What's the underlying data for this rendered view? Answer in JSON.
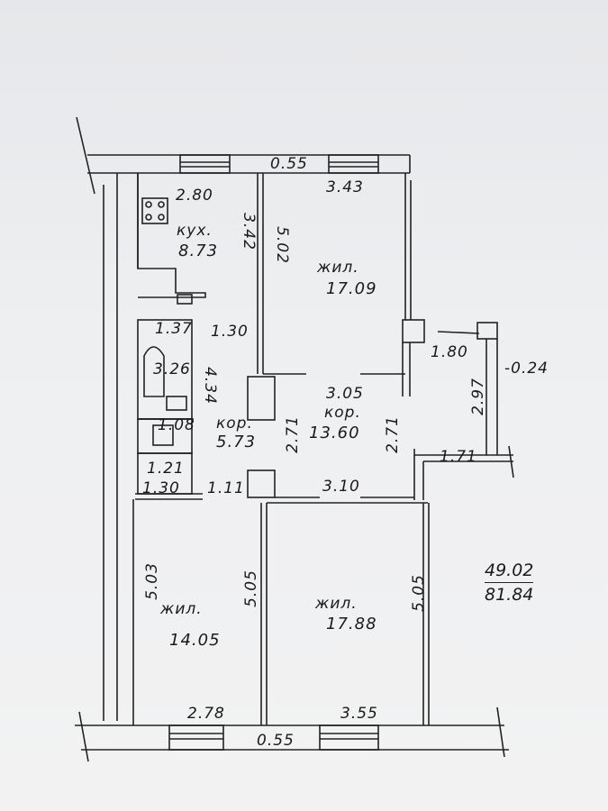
{
  "plan": {
    "window_width_top": "0.55",
    "window_width_bottom": "0.55",
    "rooms": [
      {
        "id": "kitchen",
        "name": "кух.",
        "area": "8.73"
      },
      {
        "id": "living1",
        "name": "жил.",
        "area": "17.09"
      },
      {
        "id": "corridor_small",
        "name": "кор.",
        "area": "5.73"
      },
      {
        "id": "corridor",
        "name": "кор.",
        "area": "13.60"
      },
      {
        "id": "living2",
        "name": "жил.",
        "area": "14.05"
      },
      {
        "id": "living3",
        "name": "жил.",
        "area": "17.88"
      },
      {
        "id": "bath",
        "name": "",
        "area": "3.26"
      },
      {
        "id": "wc",
        "name": "",
        "area": "1.08"
      }
    ],
    "dimensions": {
      "kitchen_width": "2.80",
      "kitchen_length": "3.42",
      "living1_width": "3.43",
      "living1_length": "5.02",
      "bath_width": "1.37",
      "passage": "1.30",
      "corr_small_len": "4.34",
      "corridor_width": "3.05",
      "corr_h1": "2.71",
      "corr_h2": "2.71",
      "niche_w": "1.80",
      "niche_l": "2.97",
      "niche_offset": "-0.24",
      "niche_bottom": "1.71",
      "wc_w": "1.21",
      "wc_l": "1.30",
      "door_w": "1.11",
      "corr_bottom": "3.10",
      "living2_l_left": "5.03",
      "living2_l_right": "5.05",
      "living3_l": "5.05",
      "living2_w": "2.78",
      "living3_w": "3.55"
    },
    "totals": {
      "living_area": "49.02",
      "total_area": "81.84"
    }
  }
}
